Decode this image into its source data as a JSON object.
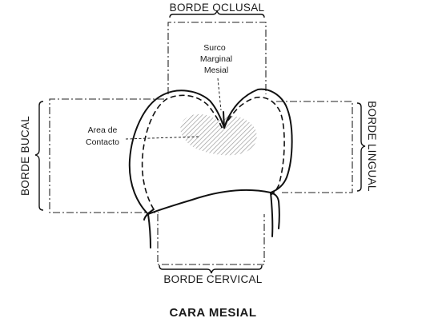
{
  "labels": {
    "occlusal": "BORDE OCLUSAL",
    "cervical": "BORDE CERVICAL",
    "buccal": "BORDE BUCAL",
    "lingual": "BORDE LINGUAL",
    "groove_line1": "Surco",
    "groove_line2": "Marginal",
    "groove_line3": "Mesial",
    "contact_line1": "Area de",
    "contact_line2": "Contacto",
    "title": "CARA MESIAL"
  }
}
